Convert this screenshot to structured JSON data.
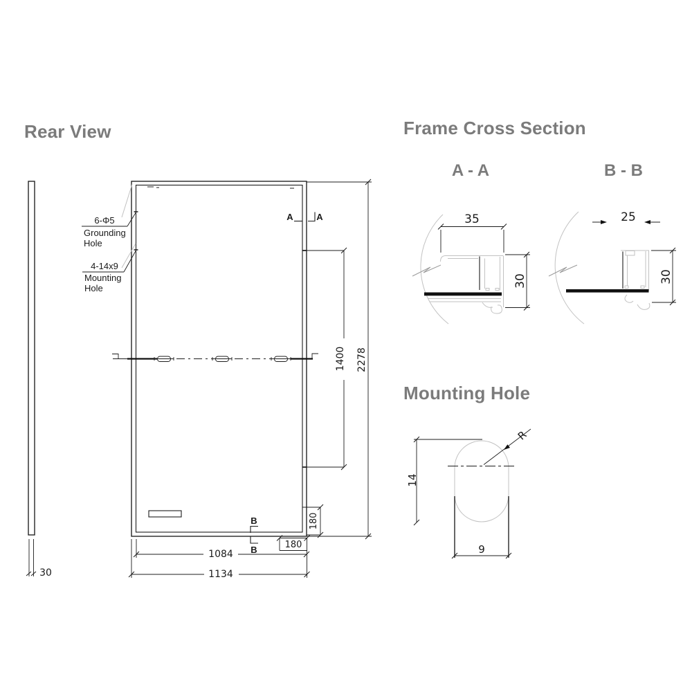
{
  "titles": {
    "rear_view": "Rear View",
    "frame_cross_section": "Frame Cross Section",
    "section_aa": "A - A",
    "section_bb": "B - B",
    "mounting_hole": "Mounting Hole"
  },
  "rear_view": {
    "callouts": {
      "grounding": {
        "spec": "6-Φ5",
        "name1": "Grounding",
        "name2": "Hole"
      },
      "mounting": {
        "spec": "4-14x9",
        "name1": "Mounting",
        "name2": "Hole"
      }
    },
    "marks": {
      "a": "A",
      "b": "B"
    },
    "dims": {
      "inner_width": "1084",
      "total_width": "1134",
      "corner_h": "180",
      "corner_v": "180",
      "mount_span": "1400",
      "total_height": "2278",
      "frame_thickness": "30"
    }
  },
  "section_aa": {
    "width": "35",
    "height": "30"
  },
  "section_bb": {
    "width": "25",
    "height": "30"
  },
  "mounting_hole": {
    "height": "14",
    "width": "9",
    "radius": "R"
  }
}
